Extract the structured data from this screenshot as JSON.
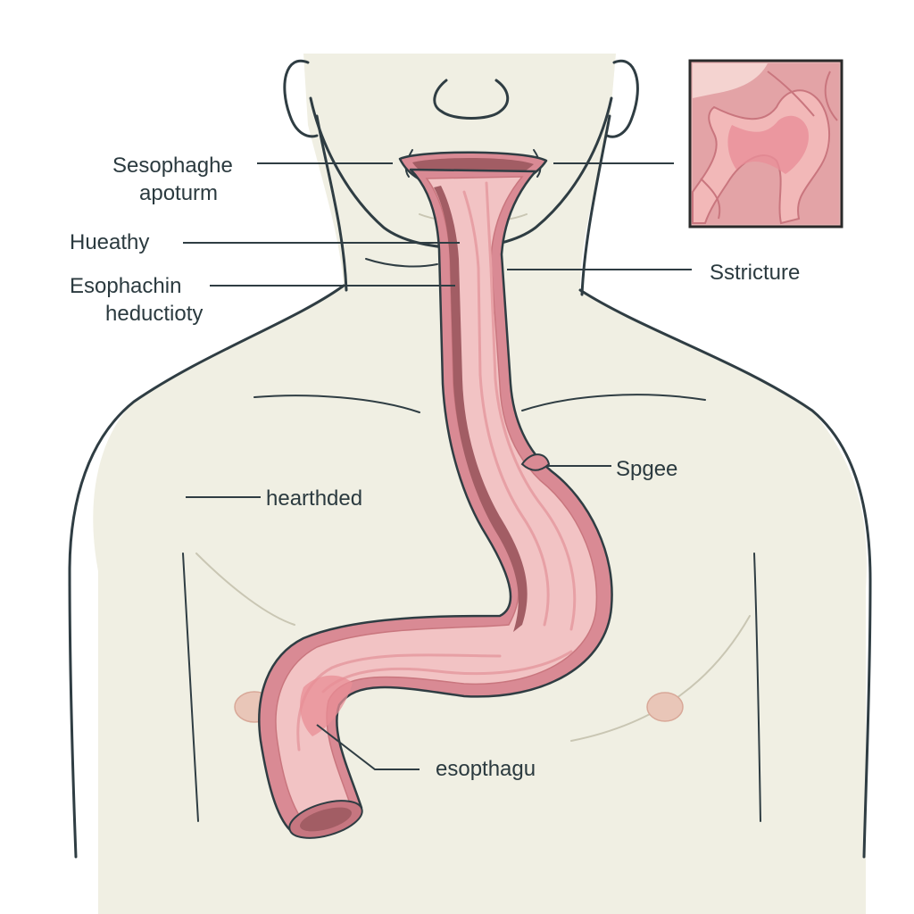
{
  "diagram": {
    "labels": {
      "esophagus_aperture": {
        "line1": "Sesophaghe",
        "line2": "apoturm"
      },
      "healthy": "Hueathy",
      "esophageal_reduction": {
        "line1": "Esophachin",
        "line2": "heductioty"
      },
      "stricture": "Sstricture",
      "sponge": "Spgee",
      "heartburn": "hearthded",
      "esophagus": "esopthagu"
    },
    "colors": {
      "background": "#ffffff",
      "skin": "#f0efe3",
      "outline": "#2f3d43",
      "label_text": "#2b3a3f",
      "leader_line": "#2f3d43",
      "esophagus_outer": "#d98a94",
      "esophagus_wall": "#f2c3c4",
      "esophagus_lumen": "#a25d64",
      "esophagus_lining": "#e7a0a5",
      "inset_frame": "#2a2a2a",
      "inset_tissue": "#e6a9ac"
    },
    "icons": [
      "human-torso-outline",
      "esophagus-tube",
      "tissue-inset-closeup"
    ]
  }
}
